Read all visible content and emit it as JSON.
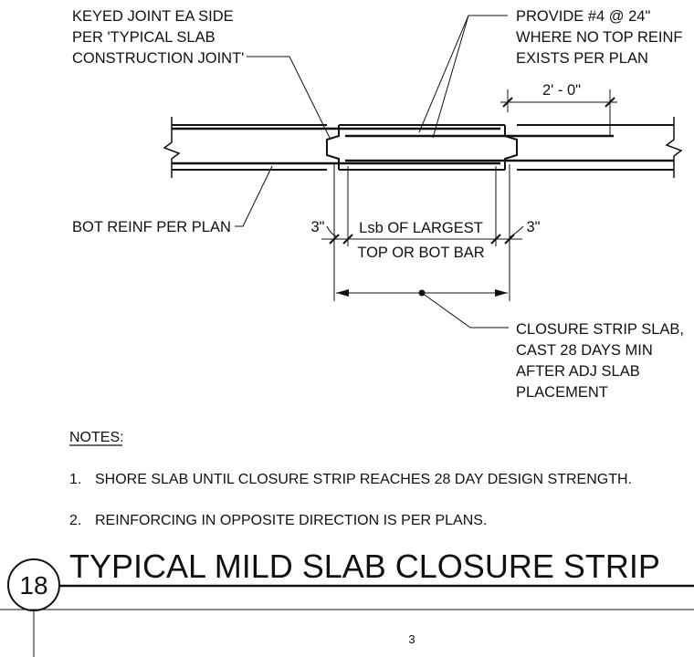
{
  "callouts": {
    "keyed_joint": [
      "KEYED JOINT EA SIDE",
      "PER 'TYPICAL SLAB",
      "CONSTRUCTION JOINT'"
    ],
    "provide_bars": [
      "PROVIDE #4 @ 24\"",
      "WHERE NO TOP REINF",
      "EXISTS PER PLAN"
    ],
    "bot_reinf": "BOT REINF PER PLAN",
    "closure_strip": [
      "CLOSURE STRIP SLAB,",
      "CAST 28 DAYS MIN",
      "AFTER ADJ SLAB",
      "PLACEMENT"
    ]
  },
  "dimensions": {
    "extension": "2' - 0\"",
    "left_offset": "3\"",
    "right_offset": "3\"",
    "lap_line1": "Lsb OF LARGEST",
    "lap_line2": "TOP OR BOT BAR"
  },
  "notes": {
    "heading": "NOTES:",
    "items": [
      {
        "number": "1.",
        "text": "SHORE SLAB UNTIL CLOSURE STRIP REACHES 28 DAY DESIGN STRENGTH."
      },
      {
        "number": "2.",
        "text": "REINFORCING IN OPPOSITE DIRECTION IS PER PLANS."
      }
    ]
  },
  "title_block": {
    "detail_number": "18",
    "title": "TYPICAL MILD SLAB CLOSURE STRIP"
  },
  "page_number": "3"
}
